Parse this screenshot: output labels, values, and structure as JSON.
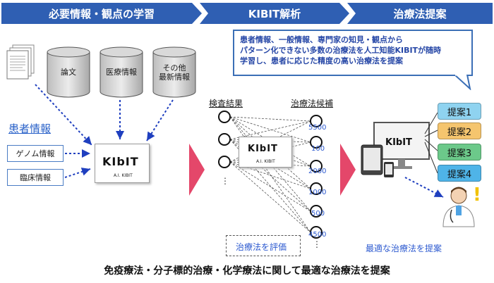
{
  "header": {
    "steps": [
      "必要情報・観点の学習",
      "KIBIT解析",
      "治療法提案"
    ],
    "color": "#2f5fb3"
  },
  "callout": {
    "lines": [
      "患者情報、一般情報、専門家の知見・観点から",
      "パターン化できない多数の治療法を人工知能KIBITが随時",
      "学習し、患者に応じた精度の高い治療法を提案"
    ]
  },
  "databases": [
    {
      "label": "論文"
    },
    {
      "label": "医療情報"
    },
    {
      "label": "その他\n最新情報"
    }
  ],
  "patient": {
    "title": "患者情報",
    "items": [
      "ゲノム情報",
      "臨床情報"
    ]
  },
  "kibit": {
    "logo": "KIbIT",
    "sub": "A.I. KIBIT"
  },
  "analysis": {
    "left_label": "検査結果",
    "right_label": "治療法候補",
    "scores": [
      "5500",
      "100",
      "2000",
      "1000",
      "500",
      "4500"
    ],
    "evaluate_label": "治療法を評価"
  },
  "proposal": {
    "items": [
      {
        "label": "提案1",
        "color": "#8fd3f0"
      },
      {
        "label": "提案2",
        "color": "#f5c56e"
      },
      {
        "label": "提案3",
        "color": "#6cc98a"
      },
      {
        "label": "提案4",
        "color": "#4fb4e8"
      }
    ],
    "best_label": "最適な治療法を提案",
    "alert_mark": "!"
  },
  "footer": "免疫療法・分子標的治療・化学療法に関して最適な治療法を提案",
  "colors": {
    "accent_blue": "#2e5bd0",
    "arrow_red": "#e4476a",
    "dotted_blue": "#1f3fbf"
  }
}
